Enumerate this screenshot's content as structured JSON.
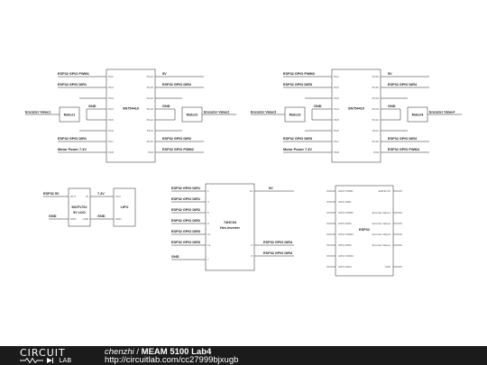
{
  "footer": {
    "logo_top": "CIRCUIT",
    "logo_bottom_left": "",
    "logo_bottom_right": "LAB",
    "author": "chenzhi",
    "separator": " / ",
    "title": "MEAM 5100 Lab4",
    "url": "http://circuitlab.com/cc27999bjxugb"
  },
  "schematic": {
    "driver_left": {
      "name": "SN754410",
      "pins_left": [
        "Pin1",
        "Pin2",
        "Pin3",
        "Pin4",
        "Pin5",
        "Pin6",
        "Pin7",
        "Pin8"
      ],
      "pins_right": [
        "Pin16",
        "Pin15",
        "Pin14",
        "Pin13",
        "Pin12",
        "Pin11",
        "Pin10",
        "Pin9"
      ],
      "net_left": [
        "ESP32 GPIO PWM1",
        "ESP32 GPIO DIR1",
        "ESP32 GPIO DIR1",
        "Motor Power 7.4V"
      ],
      "net_right": [
        "5V",
        "ESP32 GPIO DIR2",
        "ESP32 GPIO DIR2",
        "ESP32 GPIO PWM2"
      ],
      "gnd_left": "GND",
      "gnd_right": "GND",
      "motor_left": "Motor1",
      "motor_right": "Motor2",
      "encoder_left": "Encoder Value1",
      "encoder_right": "Encoder Value2"
    },
    "driver_right": {
      "name": "SN754410",
      "pins_left": [
        "Pin1",
        "Pin2",
        "Pin3",
        "Pin4",
        "Pin5",
        "Pin6",
        "Pin7",
        "Pin8"
      ],
      "pins_right": [
        "Pin16",
        "Pin15",
        "Pin14",
        "Pin13",
        "Pin12",
        "Pin11",
        "Pin10",
        "Pin9"
      ],
      "net_left": [
        "ESP32 GPIO PWM3",
        "ESP32 GPIO DIR3",
        "ESP32 GPIO DIR3",
        "Motor Power 7.4V"
      ],
      "net_right": [
        "5V",
        "ESP32 GPIO DIR4",
        "ESP32 GPIO DIR4",
        "ESP32 GPIO PWM4"
      ],
      "gnd_left": "GND",
      "gnd_right": "GND",
      "motor_left": "Motor3",
      "motor_right": "Motor4",
      "encoder_left": "Encoder Value3",
      "encoder_right": "Encoder Value4"
    },
    "regulator": {
      "name_line1": "MCP1702",
      "name_line2": "5V LDO",
      "in_label": "ESP32 5V",
      "in_pin": "OUT",
      "gnd_label": "GND",
      "gnd_pin": "GND",
      "out_label": "7.4V",
      "out_pin": "IN",
      "gnd2_label": "GND",
      "gnd2_pin": "GND"
    },
    "battery": {
      "name": "LIPO",
      "pin_top": "VCC",
      "pin_bottom": "GND"
    },
    "inverter": {
      "name_line1": "74HC04",
      "name_line2": "Hex Inverter",
      "pins_left": [
        "1",
        "3",
        "5",
        "9",
        "11",
        "13",
        "7"
      ],
      "pins_right": [
        "14",
        "6",
        "8"
      ],
      "net_left": [
        "ESP32 GPIO DIR1",
        "ESP32 GPIO DIR1",
        "ESP32 GPIO DIR2",
        "ESP32 GPIO DIR2",
        "ESP32 GPIO DIR3",
        "ESP32 GPIO DIR3",
        "GND"
      ],
      "net_right": [
        "5V",
        "ESP32 GPIO DIR4",
        "ESP32 GPIO DIR4"
      ]
    },
    "esp32": {
      "name": "ESP32",
      "pins_left": [
        "GPIO PWM1",
        "GPIO DIR1",
        "GPIO PWM2",
        "GPIO DIR2",
        "GPIO PWM3",
        "GPIO DIR3",
        "GPIO PWM4",
        "GPIO DIR4"
      ],
      "pins_right": [
        "ESP32 5V",
        "Encoder Value1",
        "Encoder Value2",
        "Encoder Value3",
        "Encoder Value4",
        "GND"
      ]
    }
  }
}
